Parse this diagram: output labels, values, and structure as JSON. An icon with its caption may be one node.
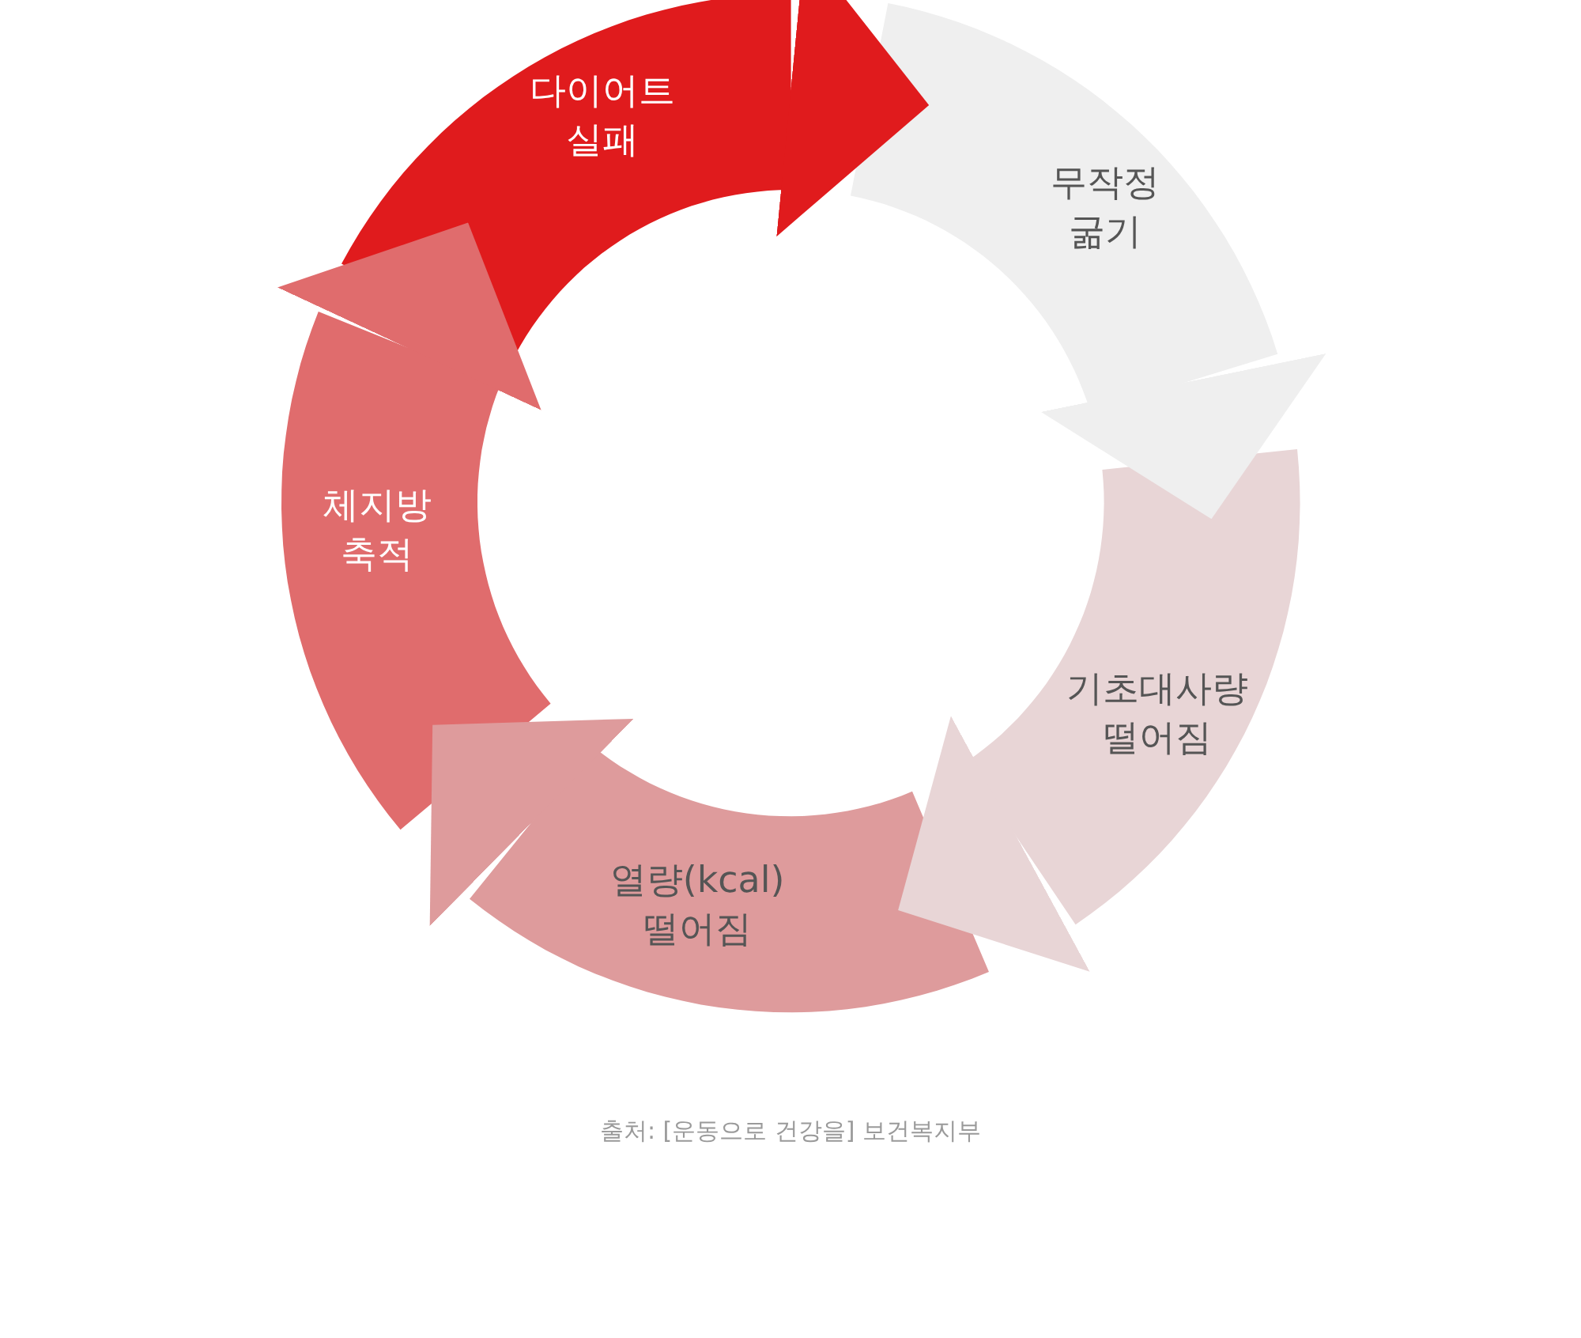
{
  "diagram": {
    "caption": "출처: [운동으로 건강을] 보건복지부",
    "nodes": [
      {
        "text": [
          "다이어트 실패"
        ]
      },
      {
        "text": [
          "무작정 굶기"
        ]
      },
      {
        "text": [
          "기초대사량 떨어짐"
        ]
      },
      {
        "text": [
          "열량(kcal) 떨어짐"
        ]
      },
      {
        "text": [
          "체지방 축적"
        ]
      }
    ],
    "edges": [
      {
        "from": 0,
        "to": 1,
        "arrow": "to",
        "color": "#e01b1d"
      },
      {
        "from": 1,
        "to": 2,
        "arrow": "to",
        "color": "#efefef"
      },
      {
        "from": 2,
        "to": 3,
        "arrow": "to",
        "color": "#e8d5d6"
      },
      {
        "from": 3,
        "to": 4,
        "arrow": "to",
        "color": "#de9b9c"
      },
      {
        "from": 4,
        "to": 0,
        "arrow": "to",
        "color": "#e06c6d"
      }
    ]
  }
}
